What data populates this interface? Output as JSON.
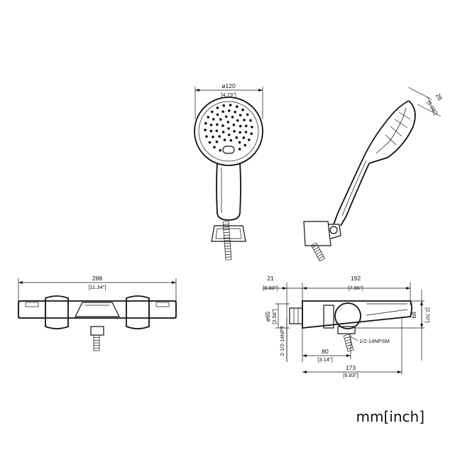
{
  "units_label": "mm[inch]",
  "dimensions": {
    "head_diameter": {
      "mm": "ø120",
      "inch": "[4.73\"]"
    },
    "head_thickness": {
      "mm": "26",
      "inch": "[1.03\"]"
    },
    "body_width": {
      "mm": "288",
      "inch": "[11.34\"]"
    },
    "wall_offset": {
      "mm": "21",
      "inch": "[0.83\"]"
    },
    "total_depth": {
      "mm": "192",
      "inch": "[7.55\"]"
    },
    "inlet_diameter": {
      "mm": "ø65",
      "inch": "[2.56\"]"
    },
    "inlet_thread": {
      "mm": "2-1/2-14NPT",
      "inch": ""
    },
    "body_height": {
      "mm": "68",
      "inch": "[2.70\"]"
    },
    "outlet_thread": {
      "mm": "1/2-14NPSM",
      "inch": ""
    },
    "outlet_offset": {
      "mm": "80",
      "inch": "[3.14\"]"
    },
    "spout_depth": {
      "mm": "173",
      "inch": "[6.83\"]"
    }
  }
}
